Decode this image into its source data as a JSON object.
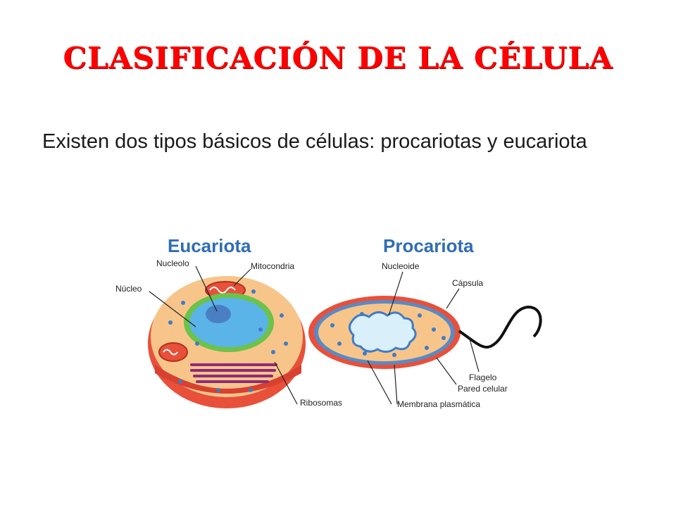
{
  "slide": {
    "title": "Clasificación de la célula",
    "body": "Existen dos tipos básicos de células: procariotas y eucariota"
  },
  "figure": {
    "eukaryote": {
      "heading": "Eucariota",
      "labels": {
        "nucleolo": "Nucleolo",
        "mitocondria": "Mitocondria",
        "nucleo": "Núcleo",
        "ribosomas": "Ribosomas"
      }
    },
    "prokaryote": {
      "heading": "Procariota",
      "labels": {
        "nucleoide": "Nucleoide",
        "capsula": "Cápsula",
        "flagelo": "Flagelo",
        "pared": "Pared celular",
        "membrana": "Membrana plasmática"
      }
    },
    "colors": {
      "heading": "#2f6db5",
      "cell_wall": "#e8503a",
      "cytoplasm": "#f7c58a",
      "nucleus": "#5ab4e8",
      "nuclear_envelope": "#6cc24a",
      "er": "#8e2b78",
      "ribosome": "#3d7cc9"
    }
  }
}
